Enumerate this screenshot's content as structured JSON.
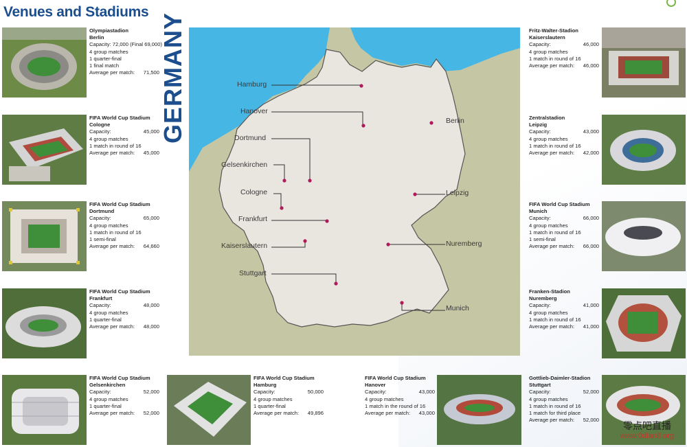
{
  "page": {
    "title": "Venues and Stadiums",
    "country_label": "GERMANY",
    "watermark_cn": "零点吧直播",
    "watermark_url": "www.0dian8.org"
  },
  "colors": {
    "water": "#46b6e4",
    "land_outside": "#c5c6a3",
    "germany": "#e8e6df",
    "border": "#545454",
    "marker": "#b0195a",
    "title": "#1c4e8e"
  },
  "cities": [
    {
      "name": "Hamburg"
    },
    {
      "name": "Hanover"
    },
    {
      "name": "Berlin"
    },
    {
      "name": "Dortmund"
    },
    {
      "name": "Gelsenkirchen"
    },
    {
      "name": "Cologne"
    },
    {
      "name": "Leipzig"
    },
    {
      "name": "Frankfurt"
    },
    {
      "name": "Kaiserslautern"
    },
    {
      "name": "Nuremberg"
    },
    {
      "name": "Stuttgart"
    },
    {
      "name": "Munich"
    }
  ],
  "venues": {
    "berlin": {
      "name1": "Olympiastadion",
      "name2": "Berlin",
      "capacity_label": "Capacity:",
      "capacity": "72,000 (Final 69,000)",
      "lines": [
        "4 group matches",
        "1 quarter-final",
        "1 final match"
      ],
      "avg_label": "Average per match:",
      "avg": "71,500"
    },
    "cologne": {
      "name1": "FIFA World Cup Stadium",
      "name2": "Cologne",
      "capacity_label": "Capacity:",
      "capacity": "45,000",
      "lines": [
        "4 group matches",
        "1 match in round of 16"
      ],
      "avg_label": "Average per match:",
      "avg": "45,000"
    },
    "dortmund": {
      "name1": "FIFA World Cup Stadium",
      "name2": "Dortmund",
      "capacity_label": "Capacity:",
      "capacity": "65,000",
      "lines": [
        "4 group matches",
        "1 match in round of 16",
        "1 semi-final"
      ],
      "avg_label": "Average per match:",
      "avg": "64,660"
    },
    "frankfurt": {
      "name1": "FIFA World Cup Stadium",
      "name2": "Frankfurt",
      "capacity_label": "Capacity:",
      "capacity": "48,000",
      "lines": [
        "4 group matches",
        "1 quarter-final"
      ],
      "avg_label": "Average per match:",
      "avg": "48,000"
    },
    "gelsenkirchen": {
      "name1": "FIFA World Cup Stadium",
      "name2": "Gelsenkirchen",
      "capacity_label": "Capacity:",
      "capacity": "52,000",
      "lines": [
        "4 group matches",
        "1 quarter-final"
      ],
      "avg_label": "Average per match:",
      "avg": "52,000"
    },
    "hamburg": {
      "name1": "FIFA World Cup Stadium",
      "name2": "Hamburg",
      "capacity_label": "Capacity:",
      "capacity": "50,000",
      "lines": [
        "4 group matches",
        "1 quarter-final"
      ],
      "avg_label": "Average per match:",
      "avg": "49,896"
    },
    "hanover": {
      "name1": "FIFA World Cup Stadium",
      "name2": "Hanover",
      "capacity_label": "Capacity:",
      "capacity": "43,000",
      "lines": [
        "4 group matches",
        "1 match in the round of 16"
      ],
      "avg_label": "Average per match:",
      "avg": "43,000"
    },
    "kaiserslautern": {
      "name1": "Fritz-Walter-Stadion",
      "name2": "Kaiserslautern",
      "capacity_label": "Capacity:",
      "capacity": "46,000",
      "lines": [
        "4 group matches",
        "1 match in round of 16"
      ],
      "avg_label": "Average per match:",
      "avg": "46,000"
    },
    "leipzig": {
      "name1": "Zentralstadion",
      "name2": "Leipzig",
      "capacity_label": "Capacity:",
      "capacity": "43,000",
      "lines": [
        "4 group matches",
        "1 match in round of 16"
      ],
      "avg_label": "Average per match:",
      "avg": "42,000"
    },
    "munich": {
      "name1": "FIFA World Cup Stadium",
      "name2": "Munich",
      "capacity_label": "Capacity:",
      "capacity": "66,000",
      "lines": [
        "4 group matches",
        "1 match in round of 16",
        "1 semi-final"
      ],
      "avg_label": "Average per match:",
      "avg": "66,000"
    },
    "nuremberg": {
      "name1": "Franken-Stadion",
      "name2": "Nuremberg",
      "capacity_label": "Capacity:",
      "capacity": "41,000",
      "lines": [
        "4 group matches",
        "1 match in round of 16"
      ],
      "avg_label": "Average per match:",
      "avg": "41,000"
    },
    "stuttgart": {
      "name1": "Gottlieb-Daimler-Stadion",
      "name2": "Stuttgart",
      "capacity_label": "Capacity:",
      "capacity": "52,000",
      "lines": [
        "4 group matches",
        "1 match in round of 16",
        "1 match for third place"
      ],
      "avg_label": "Average per match:",
      "avg": "52,000"
    }
  }
}
